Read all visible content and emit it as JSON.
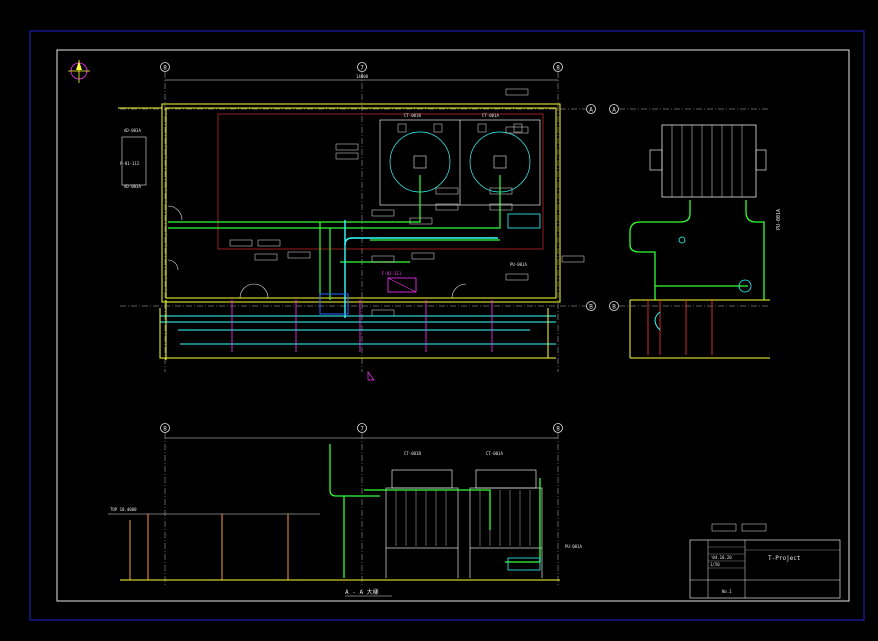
{
  "drawing": {
    "project_name": "T-Project",
    "scale": "1/50",
    "sheet_no": "No.1",
    "date": "'04.10.20"
  },
  "grid": {
    "cols": [
      "8",
      "7",
      "8"
    ],
    "rows": [
      "A",
      "B"
    ]
  },
  "plan": {
    "total_width": "14000",
    "towers": [
      "CT-001B",
      "CT-001A"
    ],
    "pump": "PU-001A",
    "filter": "F-01-111",
    "panels": [
      "AD-003A",
      "P-01-112",
      "AD-003A"
    ]
  },
  "section": {
    "title": "A - A 大樣",
    "level": "TOP 10.4000",
    "towers": [
      "CT-001B",
      "CT-001A"
    ],
    "pump": "PU-001A"
  },
  "side_view": {
    "pump": "PU-001A"
  },
  "colors": {
    "background": "#000000",
    "border": "#2222cc",
    "frame": "#e6e6e6",
    "wall": "#ffff33",
    "pipe": "#33ff33",
    "cyan": "#33ffff",
    "magenta": "#ff33ff",
    "red": "#ff3333",
    "orange": "#ff9933"
  }
}
